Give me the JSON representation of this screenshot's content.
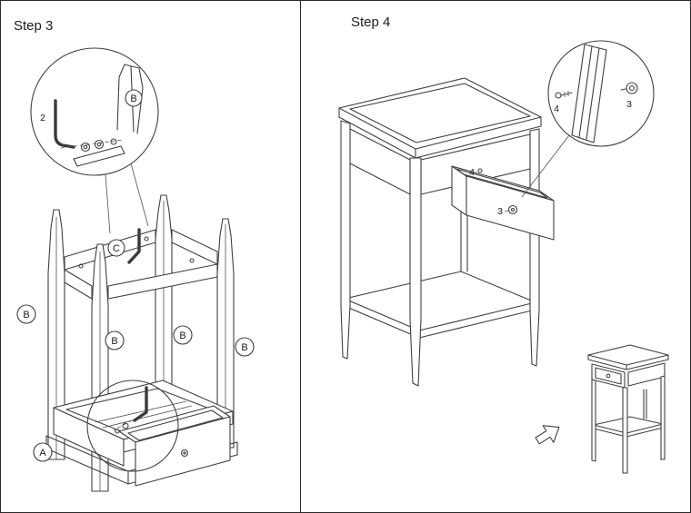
{
  "doc": {
    "type": "assembly-instructions",
    "line_color": "#404040",
    "background": "#ffffff"
  },
  "step3": {
    "title": "Step 3",
    "callout": {
      "tool_label": "2",
      "part_label": "B"
    },
    "frame_labels": {
      "c": "C",
      "b_left": "B",
      "b_front": "B",
      "b_mid": "B",
      "b_right": "B",
      "a": "A"
    }
  },
  "step4": {
    "title": "Step 4",
    "drawer_labels": {
      "screw": "4",
      "knob": "3"
    },
    "callout": {
      "screw_label": "4",
      "knob_label": "3"
    }
  }
}
